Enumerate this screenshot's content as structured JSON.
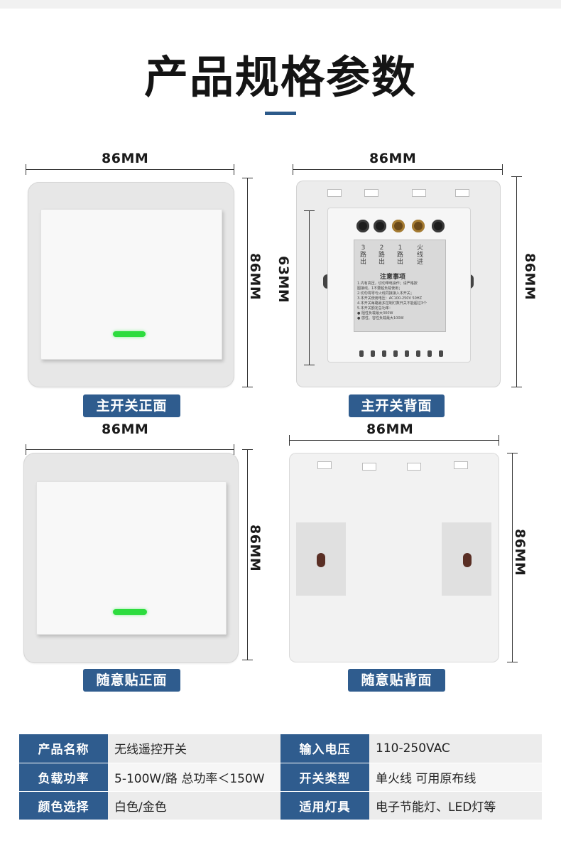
{
  "page": {
    "title": "产品规格参数"
  },
  "panels": {
    "front_main": {
      "width_label": "86MM",
      "height_label": "86MM",
      "caption": "主开关正面"
    },
    "back_main": {
      "width_label": "86MM",
      "height_label": "86MM",
      "inner_height_label": "63MM",
      "caption": "主开关背面",
      "terminal_labels": [
        "3\n路\n出",
        "2\n路\n出",
        "1\n路\n出",
        "火\n线\n进"
      ],
      "notice_title": "注意事项",
      "notice_lines": [
        "1.内有高压，切勿带电操作；请严格按",
        "  图接线，1不要超负载使用；",
        "2.切勿将零与火线同接接入本开关；",
        "3.本开关使用电压：AC100-250V 50HZ",
        "4.本开关每路最多控制灯数开关不能超过3个",
        "5.本开关额定总功率：",
        "● 阻性负载最大300W",
        "● 感性、容性负载最大100W"
      ]
    },
    "front_sticker": {
      "width_label": "86MM",
      "height_label": "86MM",
      "caption": "随意贴正面"
    },
    "back_sticker": {
      "width_label": "86MM",
      "height_label": "86MM",
      "caption": "随意贴背面"
    }
  },
  "specs": [
    {
      "k1": "产品名称",
      "v1": "无线遥控开关",
      "k2": "输入电压",
      "v2": "110-250VAC"
    },
    {
      "k1": "负载功率",
      "v1": "5-100W/路 总功率＜150W",
      "k2": "开关类型",
      "v2": "单火线 可用原布线"
    },
    {
      "k1": "颜色选择",
      "v1": "白色/金色",
      "k2": "适用灯具",
      "v2": "电子节能灯、LED灯等"
    }
  ],
  "colors": {
    "accent": "#2f5c8e",
    "led": "#2ddc3e"
  }
}
